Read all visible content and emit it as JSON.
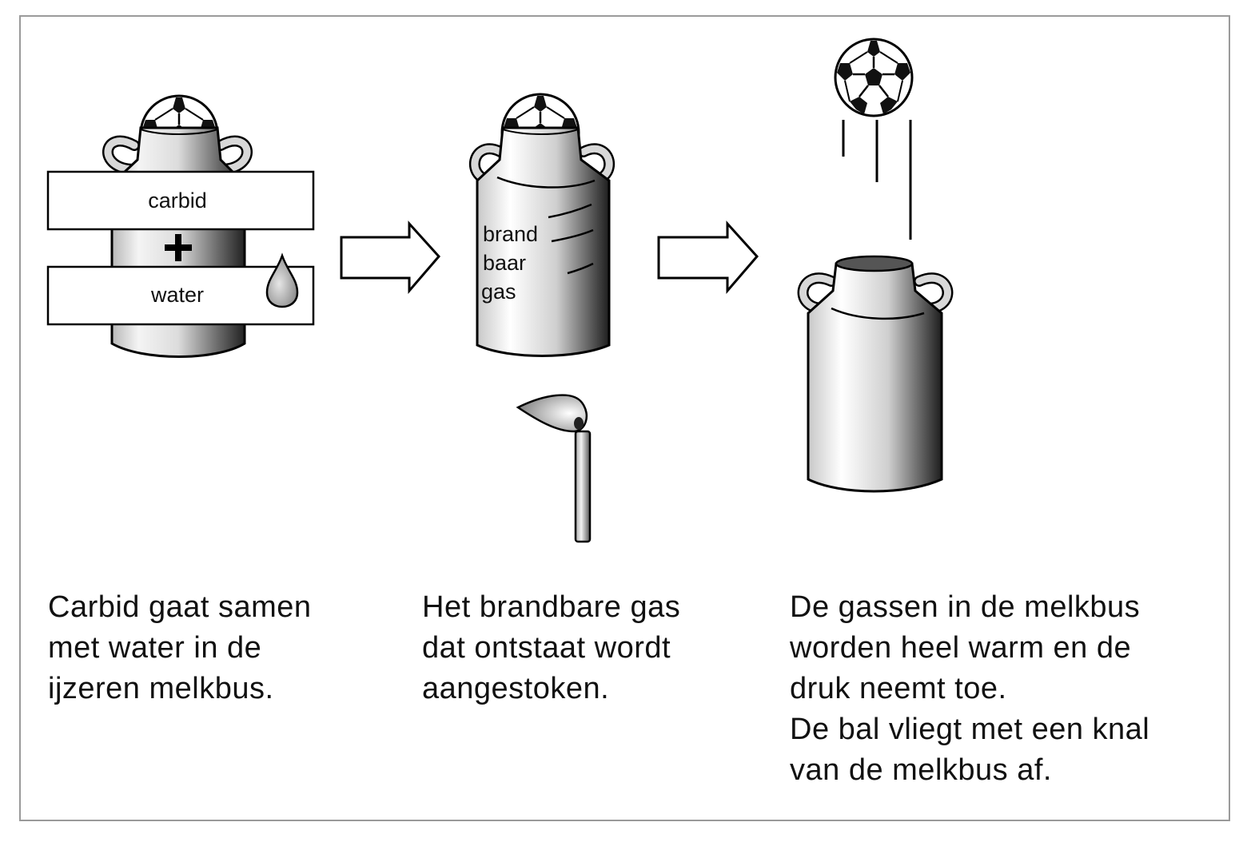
{
  "step1": {
    "box_top": "carbid",
    "plus": "+",
    "box_bottom": "water",
    "caption": [
      "Carbid gaat samen",
      "met water in de",
      "ijzeren melkbus."
    ]
  },
  "step2": {
    "can_label": [
      "brand",
      "baar",
      "gas"
    ],
    "caption": [
      "Het brandbare gas",
      "dat ontstaat wordt",
      "aangestoken."
    ]
  },
  "step3": {
    "caption": [
      "De gassen in de melkbus",
      "worden heel warm en de",
      "druk neemt toe.",
      "De bal vliegt met een knal",
      "van de melkbus af."
    ]
  },
  "icons": [
    "soccer-ball-icon",
    "milk-can-icon",
    "water-drop-icon",
    "arrow-right-icon",
    "burning-match-icon"
  ]
}
